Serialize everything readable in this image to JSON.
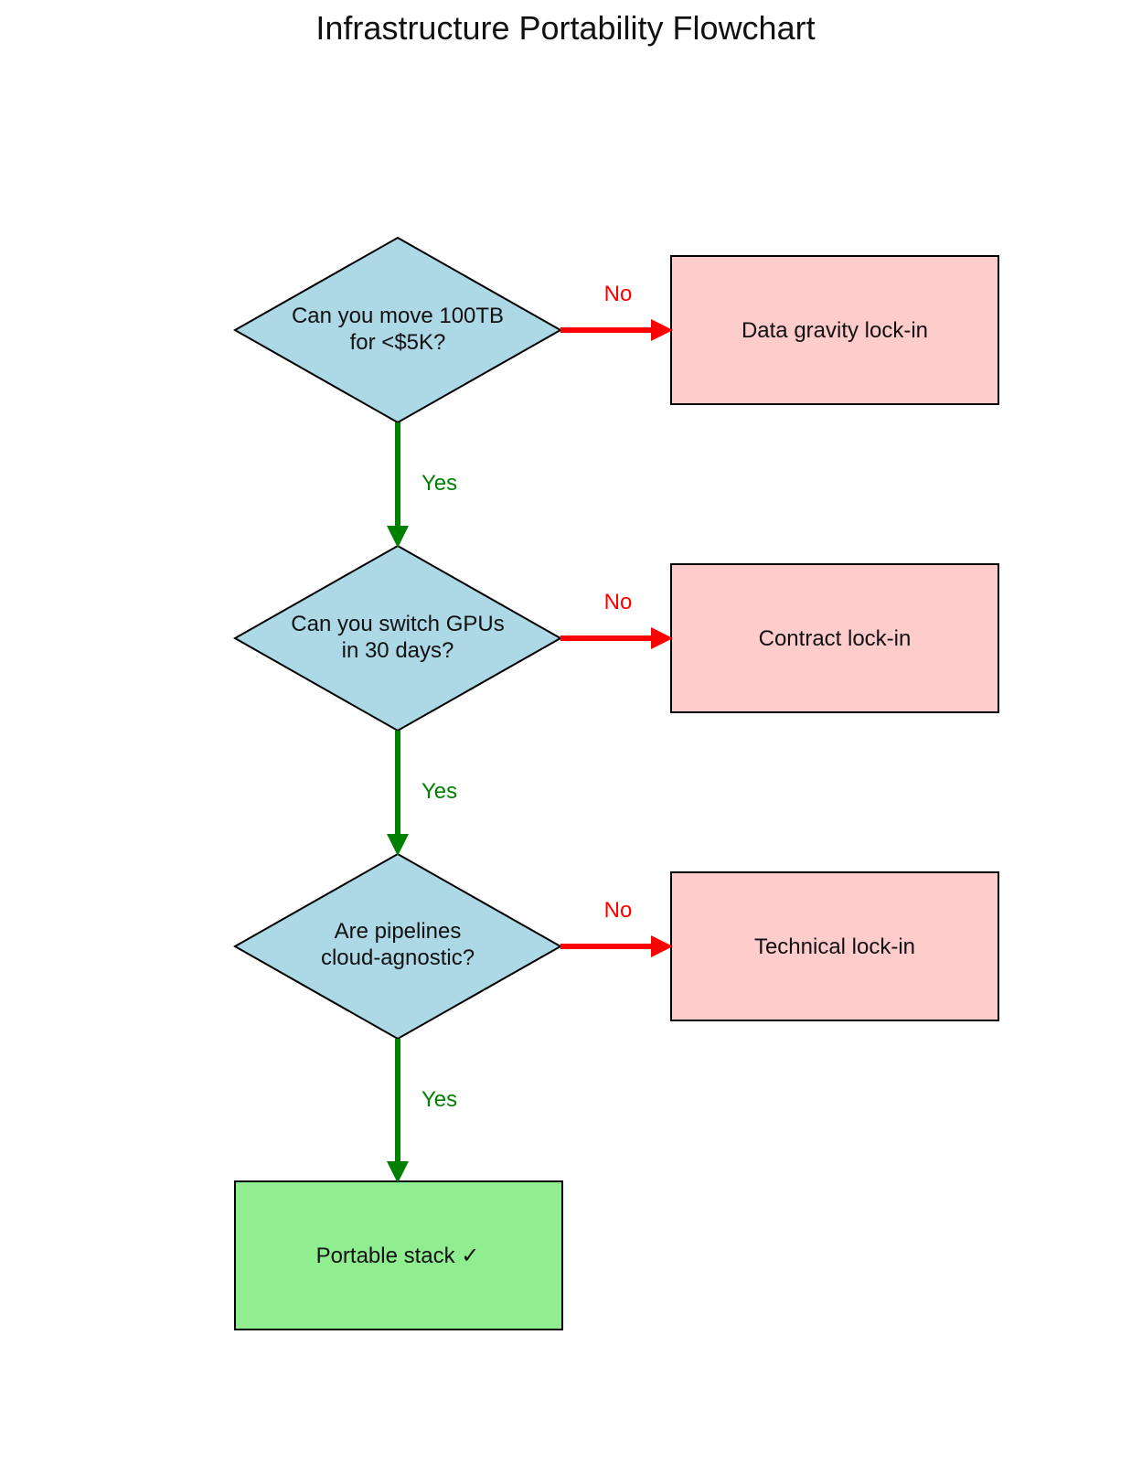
{
  "title": "Infrastructure Portability Flowchart",
  "colors": {
    "decision_fill": "#add8e6",
    "lockin_fill": "#ffcccc",
    "success_fill": "#90ee90",
    "yes_edge": "#008000",
    "no_edge": "#ff0000",
    "outline": "#000000"
  },
  "decisions": [
    {
      "line1": "Can you move 100TB",
      "line2": "for <$5K?"
    },
    {
      "line1": "Can you switch GPUs",
      "line2": "in 30 days?"
    },
    {
      "line1": "Are pipelines",
      "line2": "cloud-agnostic?"
    }
  ],
  "outcomes": [
    {
      "label": "Data gravity lock-in"
    },
    {
      "label": "Contract lock-in"
    },
    {
      "label": "Technical lock-in"
    }
  ],
  "final": {
    "label": "Portable stack ✓"
  },
  "edges": {
    "yes": [
      "Yes",
      "Yes",
      "Yes"
    ],
    "no": [
      "No",
      "No",
      "No"
    ]
  }
}
